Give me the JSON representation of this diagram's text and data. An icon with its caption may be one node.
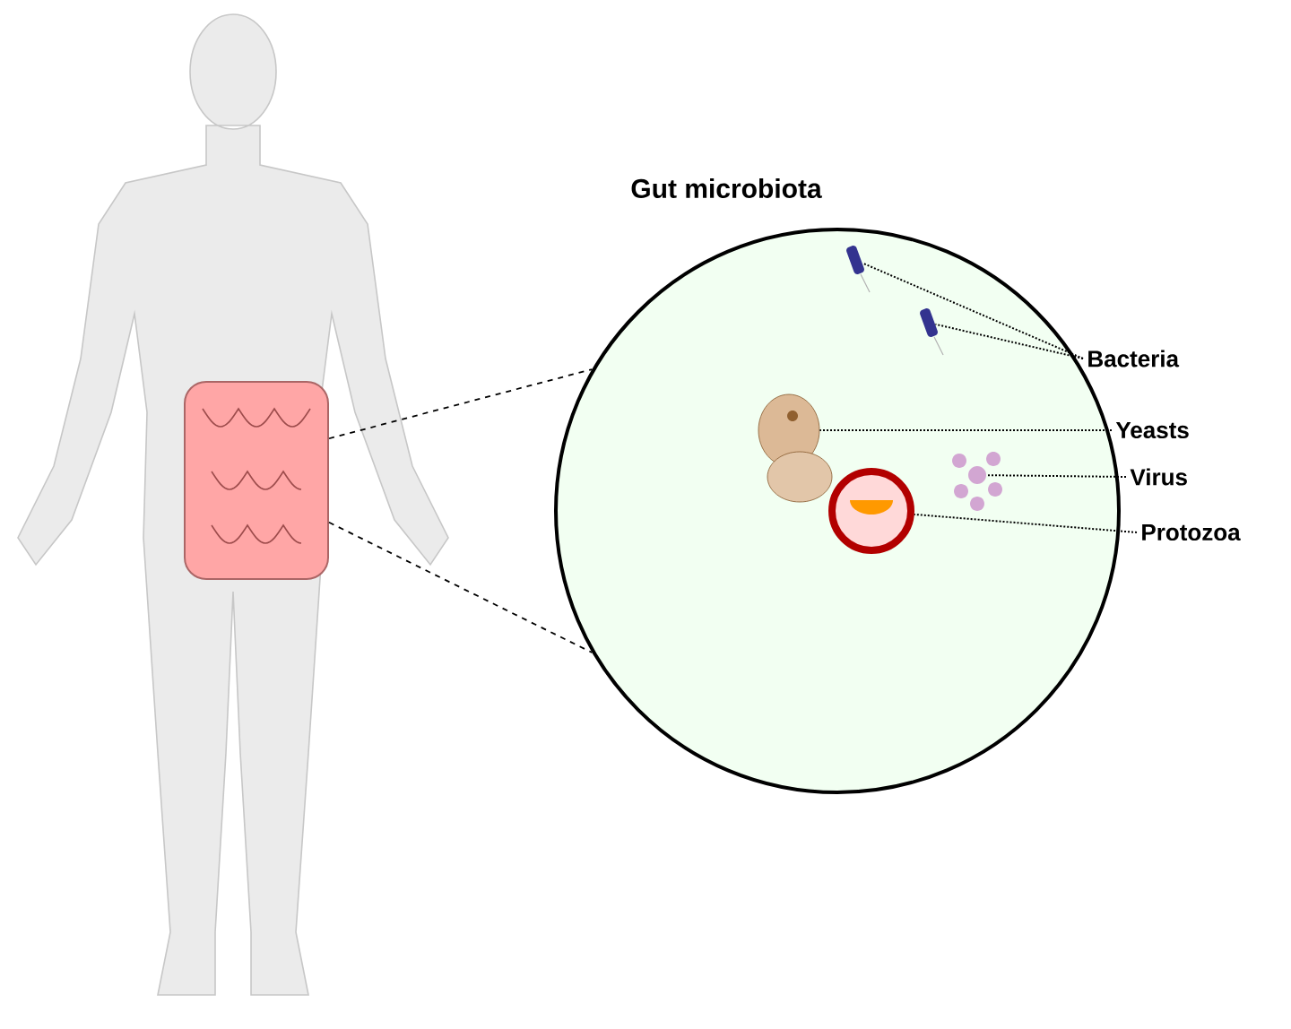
{
  "diagram": {
    "title": "Gut microbiota",
    "nodes": [
      {
        "text": [],
        "shape": "picture"
      },
      {
        "text": [],
        "shape": "circle"
      },
      {
        "text": [
          "Bacteria"
        ]
      },
      {
        "text": [
          "Yeasts"
        ]
      },
      {
        "text": [
          "Virus"
        ]
      },
      {
        "text": [
          "Protozoa"
        ]
      },
      {
        "text": [],
        "shape": "picture",
        "in": 1
      },
      {
        "text": [],
        "shape": "picture",
        "in": 1
      },
      {
        "text": [],
        "shape": "picture",
        "in": 1
      },
      {
        "text": [],
        "shape": "picture",
        "in": 1
      },
      {
        "text": [],
        "shape": "picture",
        "in": 1
      }
    ],
    "edges": [
      {
        "from": 0,
        "to": 1,
        "arrow": "none",
        "style": "dashed"
      },
      {
        "from": 0,
        "to": 1,
        "arrow": "none",
        "style": "dashed"
      },
      {
        "from": 2,
        "to": 6,
        "arrow": "none",
        "style": "dashed"
      },
      {
        "from": 2,
        "to": 7,
        "arrow": "none",
        "style": "dashed"
      },
      {
        "from": 3,
        "to": 8,
        "arrow": "none",
        "style": "dashed"
      },
      {
        "from": 4,
        "to": 9,
        "arrow": "none",
        "style": "dashed"
      },
      {
        "from": 5,
        "to": 10,
        "arrow": "none",
        "style": "dashed"
      }
    ]
  }
}
